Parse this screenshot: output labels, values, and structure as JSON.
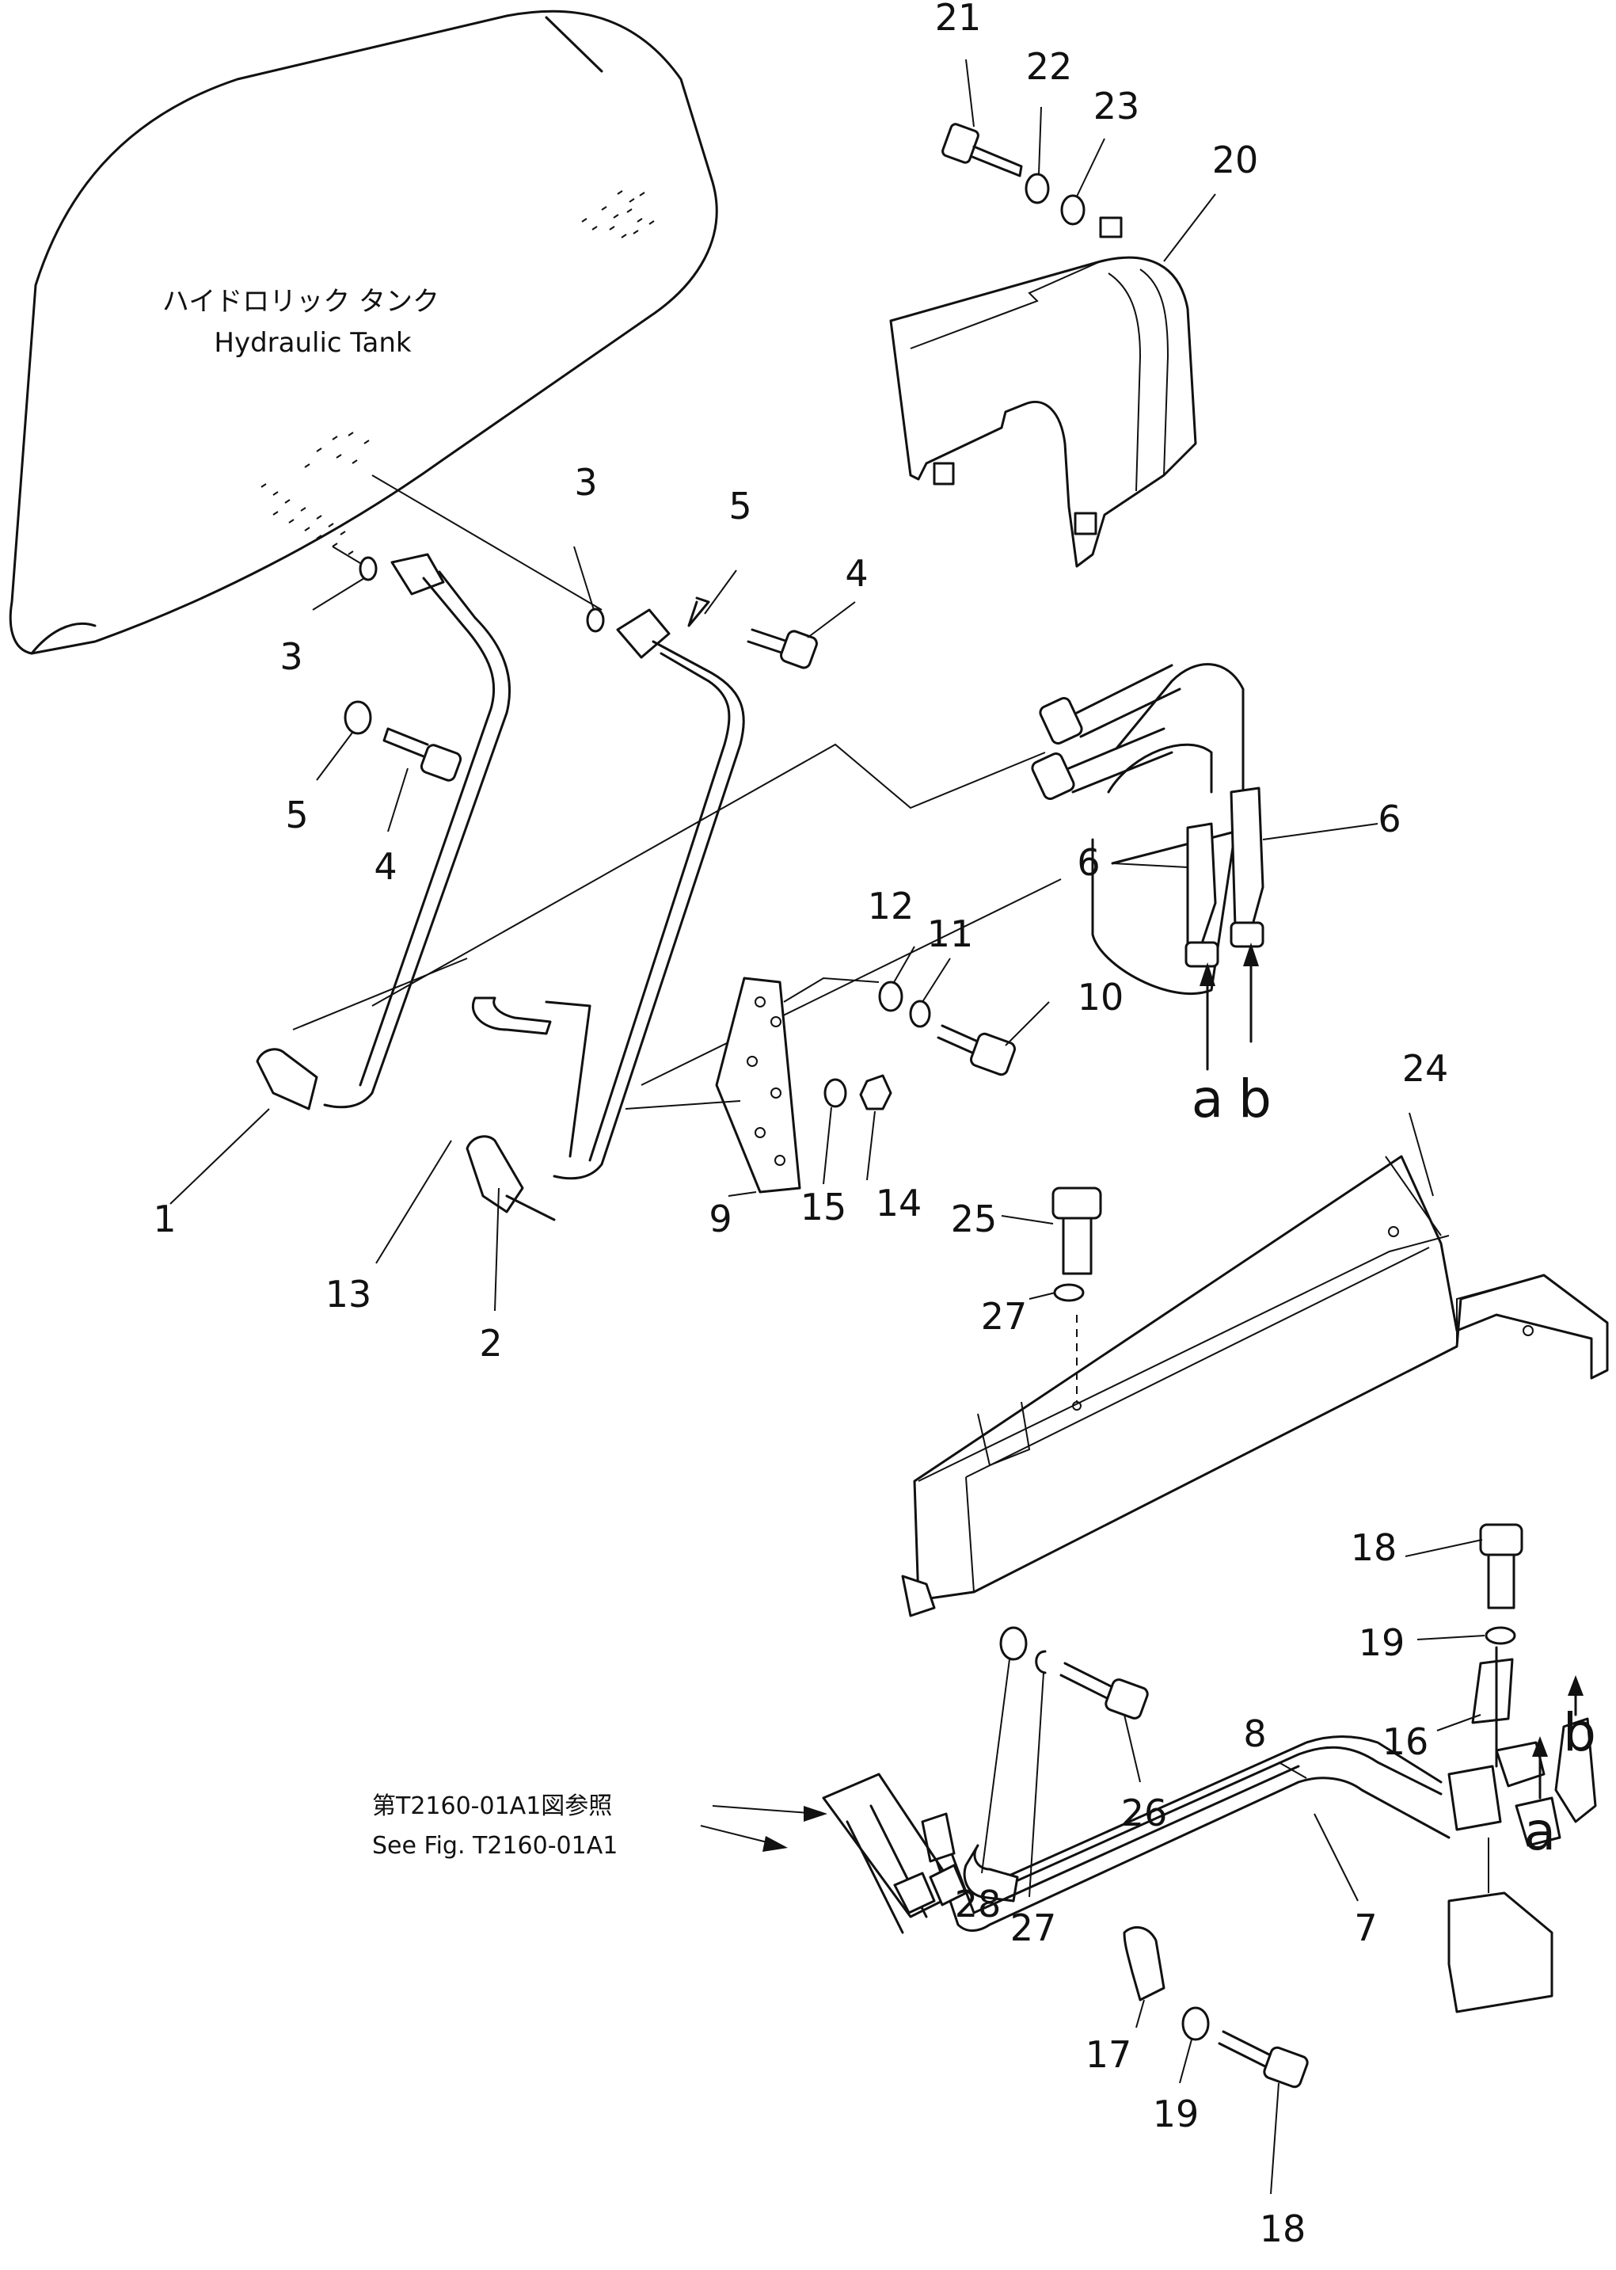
{
  "tank": {
    "label_jp": "ハイドロリック タンク",
    "label_en": "Hydraulic Tank"
  },
  "reference": {
    "label_jp": "第T2160-01A1図参照",
    "label_en": "See Fig. T2160-01A1"
  },
  "ports": {
    "a": "a",
    "b": "b"
  },
  "callouts": [
    "1",
    "2",
    "3",
    "4",
    "5",
    "6",
    "7",
    "8",
    "9",
    "10",
    "11",
    "12",
    "13",
    "14",
    "15",
    "16",
    "17",
    "18",
    "19",
    "20",
    "21",
    "22",
    "23",
    "24",
    "25",
    "26",
    "27",
    "28"
  ]
}
